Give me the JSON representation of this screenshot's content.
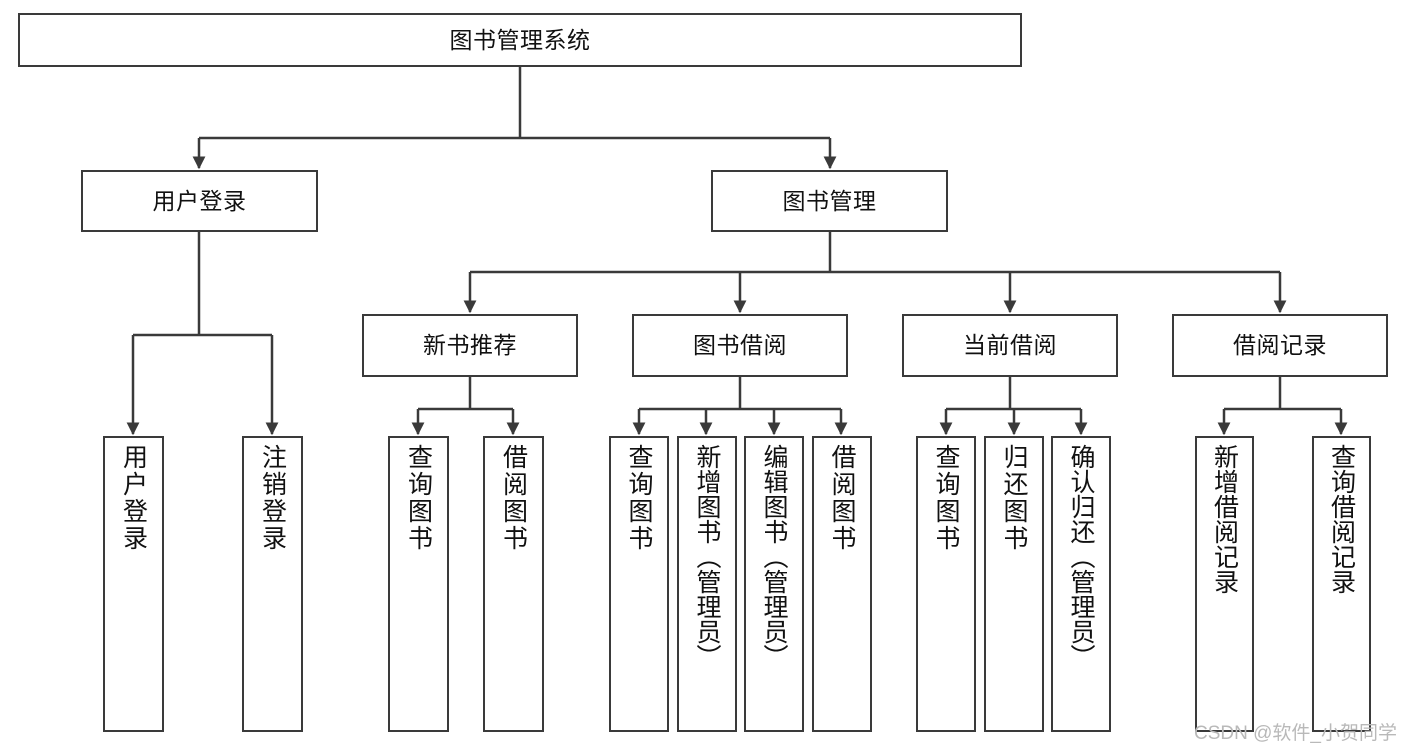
{
  "diagram": {
    "type": "org-chart",
    "title": "图书管理系统",
    "watermark": "CSDN @软件_小贺同学",
    "colors": {
      "box_border": "#3a3a3a",
      "box_fill": "#ffffff",
      "connector": "#3a3a3a",
      "text": "#111111",
      "watermark": "#b9b9b9"
    },
    "nodes": {
      "root": {
        "label": "图书管理系统"
      },
      "level2": [
        {
          "id": "user-login",
          "label": "用户登录"
        },
        {
          "id": "book-manage",
          "label": "图书管理"
        }
      ],
      "level3": [
        {
          "id": "new-book-recommend",
          "label": "新书推荐"
        },
        {
          "id": "book-borrow",
          "label": "图书借阅"
        },
        {
          "id": "current-borrow",
          "label": "当前借阅"
        },
        {
          "id": "borrow-record",
          "label": "借阅记录"
        }
      ],
      "leaves": [
        {
          "id": "leaf-user-login",
          "label": "用户登录",
          "parent": "user-login"
        },
        {
          "id": "leaf-logout-login",
          "label": "注销登录",
          "parent": "user-login"
        },
        {
          "id": "leaf-query-book-1",
          "label": "查询图书",
          "parent": "new-book-recommend"
        },
        {
          "id": "leaf-borrow-book-1",
          "label": "借阅图书",
          "parent": "new-book-recommend"
        },
        {
          "id": "leaf-query-book-2",
          "label": "查询图书",
          "parent": "book-borrow"
        },
        {
          "id": "leaf-add-book",
          "label": "新增图书（管理员）",
          "parent": "book-borrow"
        },
        {
          "id": "leaf-edit-book",
          "label": "编辑图书（管理员）",
          "parent": "book-borrow"
        },
        {
          "id": "leaf-borrow-book-2",
          "label": "借阅图书",
          "parent": "book-borrow"
        },
        {
          "id": "leaf-query-book-3",
          "label": "查询图书",
          "parent": "current-borrow"
        },
        {
          "id": "leaf-return-book",
          "label": "归还图书",
          "parent": "current-borrow"
        },
        {
          "id": "leaf-confirm-return",
          "label": "确认归还（管理员）",
          "parent": "current-borrow"
        },
        {
          "id": "leaf-add-record",
          "label": "新增借阅记录",
          "parent": "borrow-record"
        },
        {
          "id": "leaf-query-record",
          "label": "查询借阅记录",
          "parent": "borrow-record"
        }
      ]
    }
  }
}
